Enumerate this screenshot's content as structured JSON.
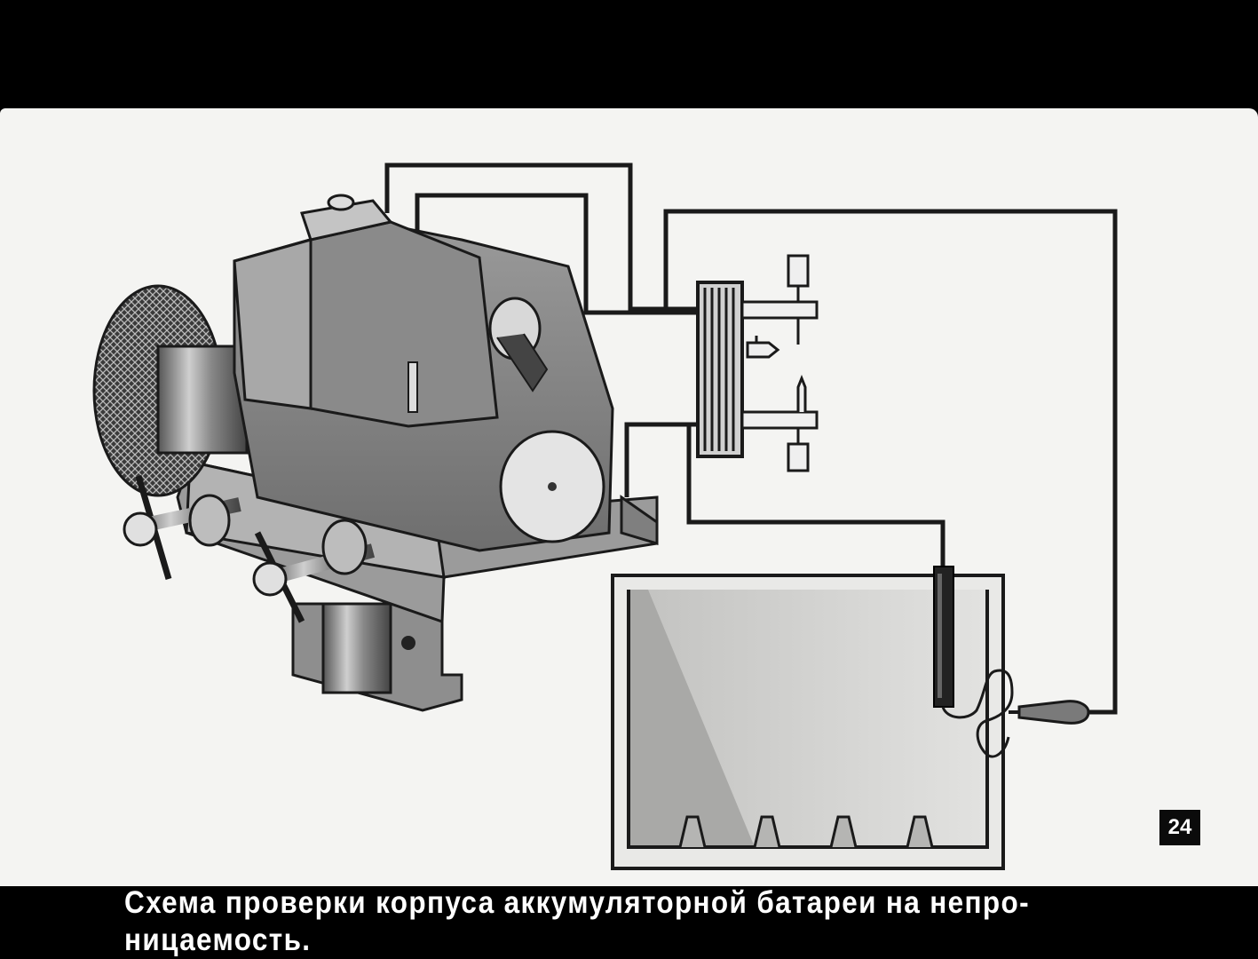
{
  "slide": {
    "page_number": "24",
    "caption_line1": "Схема проверки корпуса аккумуляторной батареи на непро-",
    "caption_line2": "ницаемость."
  },
  "colors": {
    "background": "#000000",
    "slide": "#f4f4f2",
    "lines": "#1a1a1a",
    "water": "#c9c9c7"
  },
  "parts": [
    "machine-vise",
    "battery-case",
    "spark-gap-device",
    "induction-coil",
    "electrode-probe",
    "probe-handle"
  ]
}
